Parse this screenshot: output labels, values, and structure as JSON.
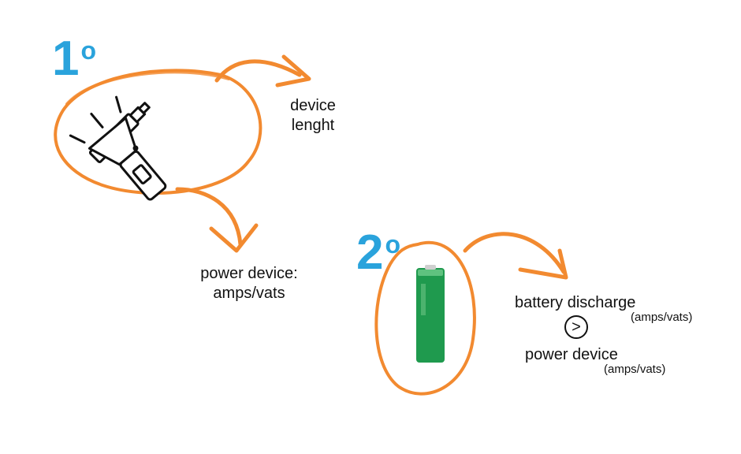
{
  "step1": {
    "number": "1",
    "degree": "o",
    "branch_top": {
      "line1": "device",
      "line2": "lenght"
    },
    "branch_bottom": {
      "line1": "power device:",
      "line2": "amps/vats"
    },
    "icons": [
      "vape-pen-icon",
      "flashlight-icon"
    ]
  },
  "step2": {
    "number": "2",
    "degree": "o",
    "icons": [
      "battery-icon"
    ],
    "comparison": {
      "left_label": "battery discharge",
      "left_unit": "(amps/vats)",
      "operator": ">",
      "right_label": "power device",
      "right_unit": "(amps/vats)"
    }
  },
  "colors": {
    "accent_orange": "#f28a30",
    "number_blue": "#2aa3dc",
    "battery_green": "#1f9a4e"
  }
}
